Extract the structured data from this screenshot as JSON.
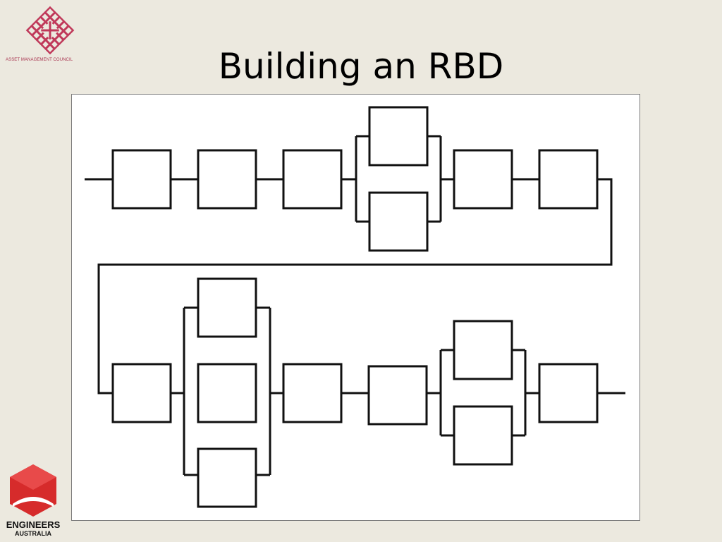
{
  "slide": {
    "title": "Building an RBD"
  },
  "amc_logo": {
    "text": "ASSET MANAGEMENT COUNCIL",
    "color": "#c0395a",
    "icon": "amc-diamond-lattice-icon"
  },
  "ea_logo": {
    "name": "ENGINEERS",
    "sub": "AUSTRALIA",
    "color": "#d62b2b",
    "icon": "engineers-australia-hexagon-icon"
  },
  "diagram": {
    "type": "reliability-block-diagram",
    "row_1": [
      "block",
      "block",
      "block",
      "parallel-2",
      "block",
      "block"
    ],
    "row_2": [
      "block",
      "parallel-3",
      "block",
      "block",
      "parallel-2",
      "block"
    ]
  },
  "colors": {
    "background": "#ece9df",
    "frame_background": "#ffffff",
    "line": "#111111"
  }
}
